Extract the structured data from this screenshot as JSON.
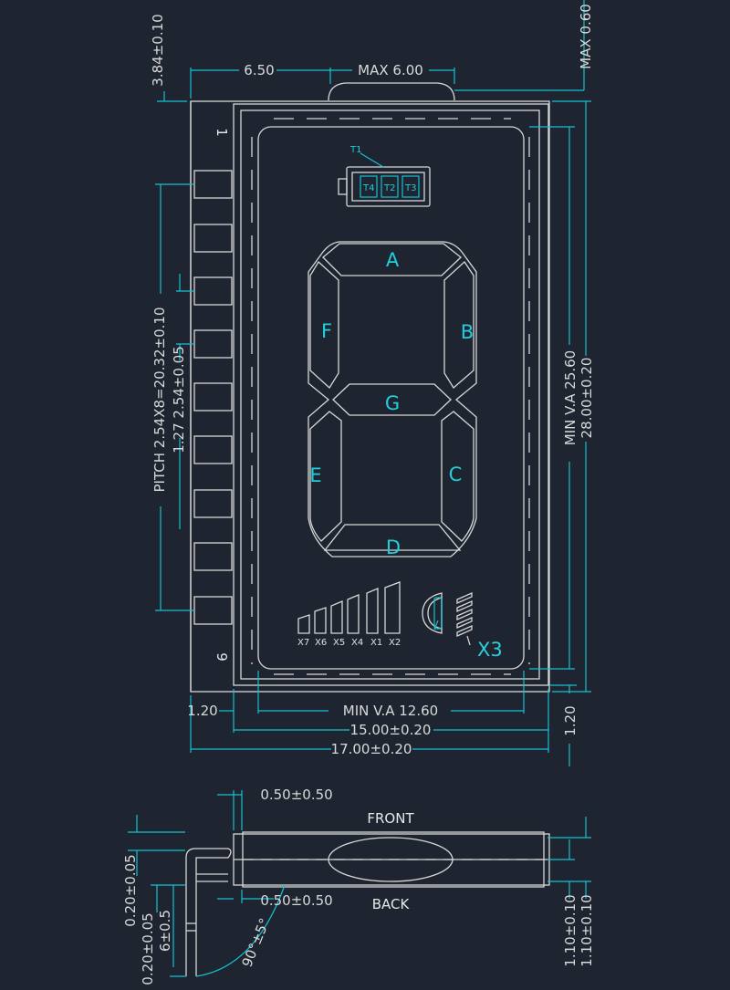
{
  "colors": {
    "background": "#1e2530",
    "outline": "#d7d7d7",
    "dimension": "#16c1cf"
  },
  "top_dims": {
    "thickness_top": "3.84±0.10",
    "left_offset": "6.50",
    "max_width": "MAX  6.00",
    "max_height": "MAX  0.60"
  },
  "pins": {
    "first": "1",
    "last": "9"
  },
  "left_dims": {
    "pitch": "PITCH  2.54X8=20.32±0.10",
    "offset": "1.27  2.54±0.05"
  },
  "right_dims": {
    "view_area_h": "MIN  V.A  25.60",
    "outline_h": "28.00±0.20",
    "bottom_margin": "1.20"
  },
  "bottom_dims": {
    "left_margin": "1.20",
    "view_area_w": "MIN  V.A  12.60",
    "glass_w": "15.00±0.20",
    "outline_w": "17.00±0.20"
  },
  "battery": {
    "t1": "T1",
    "cells": [
      "T4",
      "T2",
      "T3"
    ]
  },
  "segments": {
    "a": "A",
    "b": "B",
    "c": "C",
    "d": "D",
    "e": "E",
    "f": "F",
    "g": "G"
  },
  "bars": {
    "labels": [
      "X7",
      "X6",
      "X5",
      "X4",
      "X1",
      "X2"
    ]
  },
  "lamp": {
    "label": "X3"
  },
  "side_view": {
    "top_gap": "0.50±0.50",
    "bottom_gap": "0.50±0.50",
    "front": "FRONT",
    "back": "BACK",
    "left_thickness_1": "0.20±0.05",
    "left_thickness_2": "0.20±0.05",
    "pin_len": "6±0.5",
    "angle": "90°±5°",
    "right_1": "1.10±0.10",
    "right_2": "1.10±0.10"
  }
}
